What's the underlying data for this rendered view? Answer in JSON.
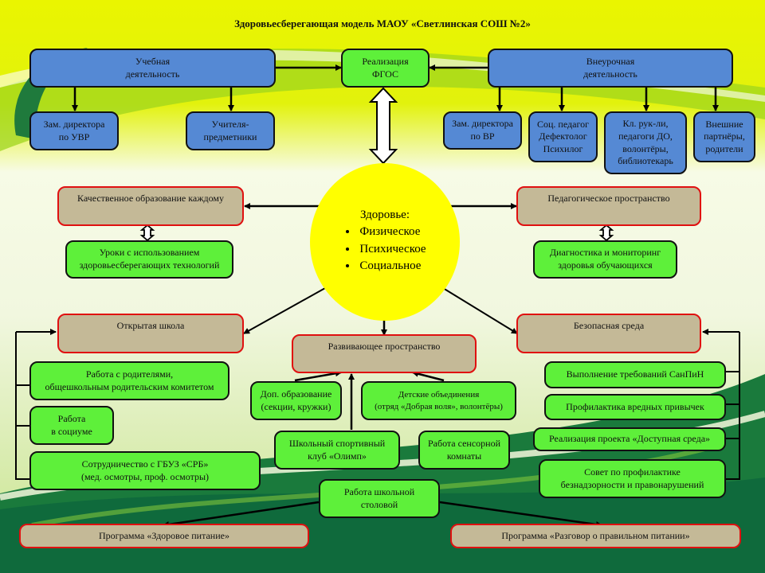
{
  "title": "Здоровьесберегающая модель МАОУ «Светлинская СОШ №2»",
  "colors": {
    "blue_box": "#5589d4",
    "green_box": "#5ef03a",
    "tan_box": "#c4b997",
    "tan_border": "#e01010",
    "center": "#ffff00",
    "bg_top": "#e6f20a",
    "bg_bottom": "#0f6a3c"
  },
  "top": {
    "study": "Учебная\nдеятельность",
    "fgos": "Реализация\nФГОС",
    "extra": "Внеурочная\nдеятельность"
  },
  "study_children": [
    "Зам. директора\nпо УВР",
    "Учителя-\nпредметники"
  ],
  "extra_children": [
    "Зам. директора\nпо ВР",
    "Соц. педагог\nДефектолог\nПсихилог",
    "Кл. рук-ли,\nпедагоги ДО,\nволонтёры,\nбиблиотекарь",
    "Внешние\nпартнёры,\nродители"
  ],
  "center": {
    "heading": "Здоровье:",
    "items": [
      "Физическое",
      "Психическое",
      "Социальное"
    ]
  },
  "quality": {
    "label": "Качественное образование каждому",
    "child": "Уроки с использованием\nздоровьесберегающих технологий"
  },
  "pedagogical": {
    "label": "Педагогическое пространство",
    "child": "Диагностика и мониторинг\nздоровья обучающихся"
  },
  "open_school": {
    "label": "Открытая школа",
    "children": [
      "Работа с родителями,\nобщешкольным родительским комитетом",
      "Работа\nв социуме",
      "Сотрудничество с ГБУЗ «СРБ»\n(мед. осмотры, проф. осмотры)"
    ]
  },
  "developing": {
    "label": "Развивающее пространство",
    "children": [
      "Доп. образование\n(секции, кружки)",
      "Детские объединения\n(отряд «Добрая воля», волонтёры)",
      "Школьный спортивный\nклуб «Олимп»",
      "Работа сенсорной\nкомнаты"
    ]
  },
  "safe": {
    "label": "Безопасная среда",
    "children": [
      "Выполнение требований СанПиН",
      "Профилактика вредных привычек",
      "Реализация проекта «Доступная среда»",
      "Совет по профилактике\nбезнадзорности и правонарушений"
    ]
  },
  "canteen": {
    "label": "Работа школьной\nстоловой",
    "programs": [
      "Программа «Здоровое питание»",
      "Программа «Разговор о правильном питании»"
    ]
  }
}
